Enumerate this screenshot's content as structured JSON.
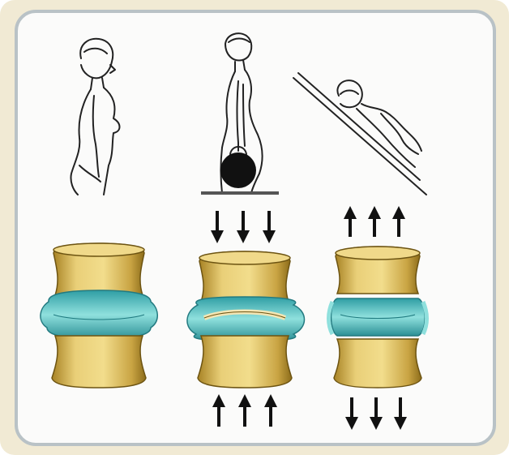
{
  "figure": {
    "panels": [
      {
        "id": "standing",
        "figure": "woman-standing-icon",
        "disc": "normal-disc",
        "arrows_above": "none",
        "arrows_below": "none"
      },
      {
        "id": "lifting",
        "figure": "woman-lifting-weight-icon",
        "disc": "compressed-disc",
        "arrows_above": "down",
        "arrows_below": "up"
      },
      {
        "id": "reclining",
        "figure": "woman-reclining-icon",
        "disc": "decompressed-disc",
        "arrows_above": "up",
        "arrows_below": "down"
      }
    ],
    "colors": {
      "bone_light": "#e7c76a",
      "bone_dark": "#9a7a1f",
      "disc_teal": "#3fb3b8",
      "disc_light": "#8fe0dd",
      "frame": "#b9c2c6",
      "line": "#222222"
    }
  }
}
